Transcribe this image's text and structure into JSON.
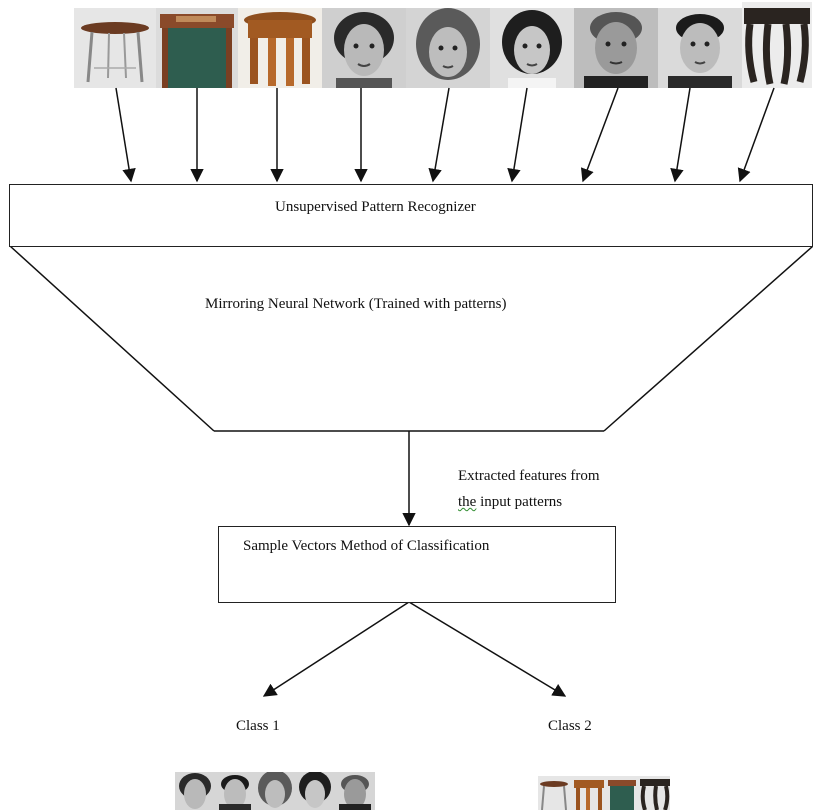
{
  "diagram": {
    "recognizer_label": "Unsupervised Pattern Recognizer",
    "network_label": "Mirroring Neural Network (Trained with patterns)",
    "features_label_line1": "Extracted features from",
    "features_label_line2_word1": "the",
    "features_label_line2_rest": " input patterns",
    "classifier_label": "Sample Vectors Method of Classification",
    "class1_label": "Class 1",
    "class2_label": "Class 2"
  },
  "input_images": [
    "table-icon",
    "table-icon",
    "stool-icon",
    "face-icon",
    "face-icon",
    "face-icon",
    "face-icon",
    "face-icon",
    "table-icon"
  ],
  "class1_images": [
    "face-icon",
    "face-icon",
    "face-icon",
    "face-icon",
    "face-icon"
  ],
  "class2_images": [
    "table-icon",
    "stool-icon",
    "table-icon",
    "table-icon"
  ],
  "colors": {
    "line": "#111111",
    "squiggle": "#2e8b2e"
  }
}
